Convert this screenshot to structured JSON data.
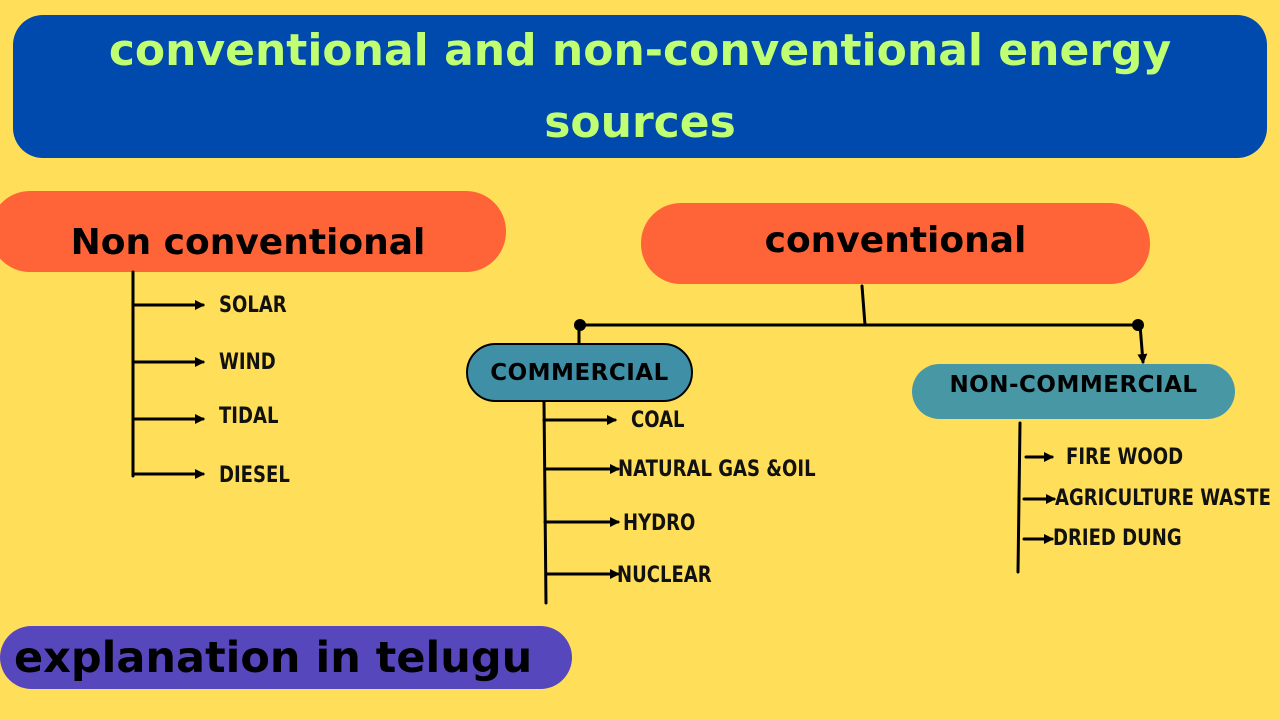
{
  "title": "conventional and non-conventional energy sources",
  "non_conventional": {
    "label": "Non conventional",
    "items": [
      "SOLAR",
      "WIND",
      "TIDAL",
      "DIESEL"
    ]
  },
  "conventional": {
    "label": "conventional",
    "commercial": {
      "label": "COMMERCIAL",
      "items": [
        "COAL",
        "NATURAL GAS &OIL",
        "HYDRO",
        "NUCLEAR"
      ]
    },
    "non_commercial": {
      "label": "NON-COMMERCIAL",
      "items": [
        "FIRE WOOD",
        "AGRICULTURE WASTE",
        "DRIED DUNG"
      ]
    }
  },
  "footer": "explanation in telugu",
  "colors": {
    "background": "#FFDE59",
    "title_banner": "#004AAD",
    "title_text": "#C1FF72",
    "category_box": "#FF6438",
    "sub_category_box": "#3F90A6",
    "footer_box": "#5747BC"
  }
}
